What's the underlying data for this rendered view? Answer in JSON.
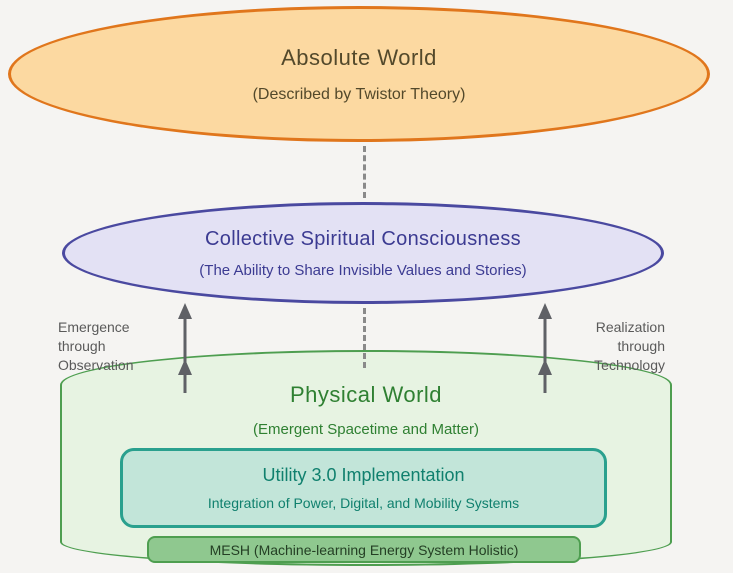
{
  "absolute_world": {
    "title": "Absolute World",
    "subtitle": "(Described by Twistor Theory)"
  },
  "collective": {
    "title": "Collective Spiritual Consciousness",
    "subtitle": "(The Ability to Share Invisible Values and Stories)"
  },
  "physical": {
    "title": "Physical World",
    "subtitle": "(Emergent Spacetime and Matter)"
  },
  "utility": {
    "title": "Utility 3.0 Implementation",
    "subtitle": "Integration of Power, Digital, and Mobility Systems"
  },
  "mesh": {
    "label": "MESH (Machine-learning Energy System Holistic)"
  },
  "left_label": {
    "line1": "Emergence",
    "line2": "through",
    "line3": "Observation"
  },
  "right_label": {
    "line1": "Realization",
    "line2": "through",
    "line3": "Technology"
  },
  "colors": {
    "absolute_fill": "#fcd9a1",
    "absolute_border": "#e0761c",
    "collective_fill": "#e3e1f4",
    "collective_border": "#4a49a0",
    "physical_fill": "#e7f3e2",
    "physical_border": "#4e9e50",
    "utility_fill": "#c2e5d9",
    "utility_border": "#2aa08e",
    "mesh_fill": "#8fc88f",
    "mesh_border": "#4e9e50",
    "arrow": "#5f6166",
    "connector_dash": "#8a8a8a"
  }
}
